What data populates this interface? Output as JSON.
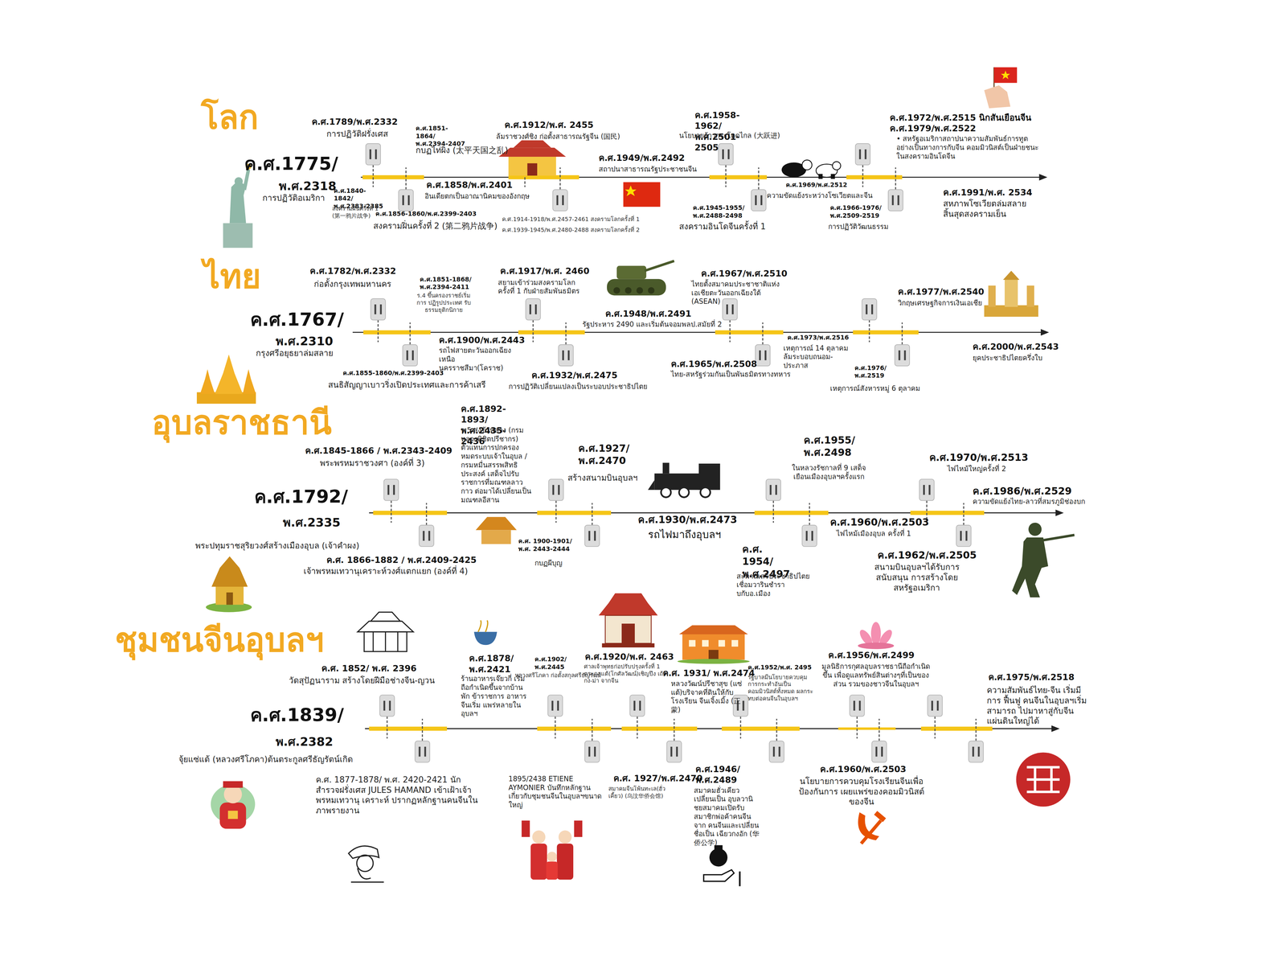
{
  "diagram": {
    "labels": [
      "โลก",
      "ค.ศ.1775/",
      "พ.ศ.2318",
      "การปฏิวัติอเมริกา",
      "ค.ศ.1789/พ.ศ.2332",
      "การปฏิวัติฝรั่งเศส",
      "ค.ศ.1840-1842/ พ.ศ.2383-2385",
      "สงครามฝิ่นครั้งที่ 1 (第一鸦片战争)",
      "ค.ศ.1851-1864/ พ.ศ.2394-2407",
      "กบฏไท่ผิง (太平天国之乱)",
      "ค.ศ.1856-1860/พ.ศ.2399-2403",
      "สงครามฝิ่นครั้งที่ 2 (第二鸦片战争)",
      "ค.ศ.1858/พ.ศ.2401",
      "อินเดียตกเป็นอาณานิคมของอังกฤษ",
      "ค.ศ.1912/พ.ศ. 2455",
      "ล้มราชวงศ์ชิง ก่อตั้งสาธารณรัฐจีน (国民)",
      "ค.ศ.1914-1918/พ.ศ.2457-2461 สงครามโลกครั้งที่ 1",
      "ค.ศ.1939-1945/พ.ศ.2480-2488 สงครามโลกครั้งที่ 2",
      "ค.ศ.1949/พ.ศ.2492",
      "สถาปนาสาธารณรัฐประชาชนจีน",
      "ค.ศ.1958-1962/ พ.ศ.2501-2505",
      "นโยบายก้าวกระโดดไกล (大跃进)",
      "ค.ศ.1945-1955/ พ.ศ.2488-2498",
      "สงครามอินโดจีนครั้งที่ 1",
      "ค.ศ.1969/พ.ศ.2512",
      "ความขัดแย้งระหว่างโซเวียตและจีน",
      "ค.ศ.1966-1976/ พ.ศ.2509-2519",
      "การปฏิวัติวัฒนธรรม",
      "ค.ศ.1972/พ.ศ.2515 นิกสันเยือนจีน",
      "ค.ศ.1979/พ.ศ.2522",
      "• สหรัฐอเมริกาสถาปนาความสัมพันธ์การทูต อย่างเป็นทางการกับจีน คอมมิวนิสต์เป็นฝ่ายชนะในสงครามอินโดจีน",
      "ค.ศ.1991/พ.ศ. 2534",
      "สหภาพโซเวียตล่มสลาย สิ้นสุดสงครามเย็น",
      "ไทย",
      "ค.ศ.1767/",
      "พ.ศ.2310",
      "กรุงศรีอยุธยาล่มสลาย",
      "ค.ศ.1782/พ.ศ.2332",
      "ก่อตั้งกรุงเทพมหานคร",
      "ค.ศ.1851-1868/ พ.ศ.2394-2411",
      "ร.4 ขึ้นครองราชย์เริ่มการ ปฏิรูปประเทศ รับธรรมยุติกนิกาย",
      "ค.ศ.1855-1860/พ.ศ.2399-2403",
      "สนธิสัญญาเบาวริ่งเปิดประเทศและการค้าเสรี",
      "ค.ศ.1900/พ.ศ.2443",
      "รถไฟสายตะวันออกเฉียงเหนือ นครราชสีมา(โคราช)",
      "ค.ศ.1917/พ.ศ. 2460",
      "สยามเข้าร่วมสงครามโลกครั้งที่ 1 กับฝ่ายสัมพันธมิตร",
      "ค.ศ.1932/พ.ศ.2475",
      "การปฏิวัติเปลี่ยนแปลงเป็นระบอบประชาธิปไตย",
      "ค.ศ.1948/พ.ศ.2491",
      "รัฐประหาร 2490 และเริ่มต้นจอมพลป.สมัยที่ 2",
      "ค.ศ.1967/พ.ศ.2510",
      "ไทยตั้งสมาคมประชาชาติแห่ง เอเชียตะวันออกเฉียงใต้ (ASEAN)",
      "ค.ศ.1965/พ.ศ.2508",
      "ไทย-สหรัฐร่วมกันเป็นพันธมิตรทางทหาร",
      "ค.ศ.1973/พ.ศ.2516",
      "เหตุการณ์ 14 ตุลาคม ล้มระบอบถนอม-ประภาส",
      "ค.ศ.1976/ พ.ศ.2519",
      "เหตุการณ์สังหารหมู่ 6 ตุลาคม",
      "ค.ศ.1977/พ.ศ.2540",
      "วิกฤษเศรษฐกิจการเงินเอเชีย",
      "ค.ศ.2000/พ.ศ.2543",
      "ยุคประชาธิปไตยครึ่งใบ",
      "อุบลราชธานี",
      "ค.ศ.1792/",
      "พ.ศ.2335",
      "พระปทุมราชสุริยวงศ์สร้างเมืองอุบล (เจ้าคำผง)",
      "ค.ศ.1845-1866 / พ.ศ.2343-2409",
      "พระพรหมราชวงศา (องค์ที่ 3)",
      "ค.ศ. 1866-1882 / พ.ศ.2409-2425",
      "เจ้าพรหมเทวานุเคราะห์วงศ์แตกแยก (องค์ที่ 4)",
      "ค.ศ.1892-1893/ พ.ศ.2435-2436",
      "ร.5 ส่งข้าหลวง (กรมหลวงพิชิตปรีชากร) ตัวแทนการปกครอง หมดระบบเจ้าในอุบล / กรมหมื่นสรรพสิทธิประสงค์ เสด็จไปรับราชการที่มณฑลลาวกาว ต่อมาได้เปลี่ยนเป็นมณฑลอีสาน",
      "ค.ศ. 1900-1901/ พ.ศ. 2443-2444",
      "กบฏผีบุญ",
      "ค.ศ.1927/ พ.ศ.2470",
      "สร้างสนามบินอุบลฯ",
      "ค.ศ.1930/พ.ศ.2473",
      "รถไฟมาถึงอุบลฯ",
      "ค.ศ.1955/ พ.ศ.2498",
      "ในหลวงรัชกาลที่ 9 เสด็จ เยือนเมืองอุบลฯครั้งแรก",
      "ค.ศ. 1954/ พ.ศ.2497",
      "สะพานเสรีประชาธิปไตย เชื่อมวารินชำราบกับอ.เมือง",
      "ค.ศ.1960/พ.ศ.2503",
      "ไฟไหม้เมืองอุบล ครั้งที่ 1",
      "ค.ศ.1970/พ.ศ.2513",
      "ไฟไหม้ใหญ่ครั้งที่ 2",
      "ค.ศ.1962/พ.ศ.2505",
      "สนามบินอุบลฯได้รับการสนับสนุน การสร้างโดยสหรัฐอเมริกา",
      "ค.ศ.1986/พ.ศ.2529",
      "ความขัดแย้งไทย-ลาวที่สมรภูมิช่องบก",
      "ชุมชนจีนอุบลฯ",
      "ค.ศ.1839/",
      "พ.ศ.2382",
      "จุ้ยแซ่แต้ (หลวงศรีโภคา)ต้นตระกูลศรีธัญรัตน์เกิด",
      "ค.ศ. 1852/ พ.ศ. 2396",
      "วัดสุปัฏนาราม สร้างโดยฝีมือช่างจีน-ญวน",
      "ค.ศ. 1877-1878/ พ.ศ. 2420-2421 นัก สำรวจฝรั่งเศส JULES HAMAND เข้าเฝ้าเจ้าพรหมเทวานุ เคราะห์ ปรากฏหลักฐานคนจีนในภาพรายงาน",
      "ค.ศ.1878/ พ.ศ.2421",
      "ร้านอาหารเจ๊ยวกี่ เริ่มถือกำเนิดขึ้นจากบ้านพัก ข้าราชการ อาหารจีนเริ่ม แพร่หลายในอุบลฯ",
      "ค.ศ.1902/ พ.ศ.2445",
      "หลวงศรีโภคา ก่อตั้งสกุลศรีธัญรัตน์",
      "1895/2438 ETIENE AYMONIER บันทึกหลักฐาน เกี่ยวกับชุมชนจีนในอุบลฯขนาดใหญ่",
      "ค.ศ.1920/พ.ศ. 2463",
      "ศาลเจ้าพุทธก่อปรับปรุงครั้งที่ 1 ตระกูลแต้(โกศัลวัฒน์)เชิญปึง เถ้ากง-ม่า จากจีน",
      "ค.ศ. 1927/พ.ศ.2470",
      "สมาคมจีนโพ้นทะเล(ฮั่วเคี้ยว) (乌汶华侨会馆)",
      "ค.ศ. 1931/ พ.ศ.2474",
      "หลวงวัฒน์ปรีชาสุข (แซ่แต้)บริจาคที่ดินให้กับโรงเรียน จีนเจิ้งเมิ้ง (正蒙)",
      "ค.ศ.1946/ พ.ศ.2489",
      "สมาคมฮั่วเคียว เปลี่ยนเป็น อุบลวานิชยสมาคมเปิดรับ สมาชิกพ่อค้าคนจีนจาก คนจีนและเปลี่ยนชื่อเป็น เฉียวกงอัก (华侨公学)",
      "ค.ศ.1952/พ.ศ. 2495",
      "รัฐบาลมีนโยบายควบคุมการกระทำอันเป็นคอมมิวนิสต์ทั้งหมด ผลกระทบต่อคนจีนในอุบลฯ",
      "ค.ศ.1956/พ.ศ.2499",
      "มูลนิธิการกุศลอุบลราชธานีถือกำเนิดขึ้น เพื่อดูแลทรัพย์สินต่างๆที่เป็นของส่วน รวมของชาวจีนในอุบลฯ",
      "ค.ศ.1960/พ.ศ.2503",
      "นโยบายการควบคุมโรงเรียนจีนเพื่อป้องกันการ เผยแพร่ของคอมมิวนิสต์ของจีน",
      "ค.ศ.1975/พ.ศ.2518",
      "ความสัมพันธ์ไทย-จีน เริ่มมีการ ฟื้นฟู คนจีนในอุบลฯเริ่มสามารถ ไปมาหาสู่กับจีนแผ่นดินใหญ่ได้"
    ]
  }
}
